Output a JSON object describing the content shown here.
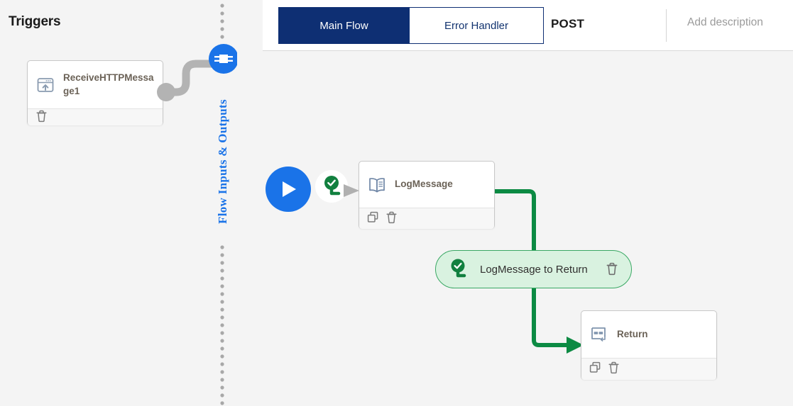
{
  "colors": {
    "canvas_bg": "#f4f4f4",
    "tab_active_bg": "#0e2f73",
    "accent_blue": "#1a73e8",
    "flow_green": "#0c8a43",
    "pill_bg": "#d9f2e0",
    "node_label": "#6b6257"
  },
  "sidebar": {
    "title": "Triggers",
    "trigger_node": {
      "label": "ReceiveHTTPMessage1",
      "icon": "http-receive-icon",
      "footer_actions": [
        {
          "name": "delete-icon",
          "title": "Delete"
        }
      ]
    }
  },
  "flow_io": {
    "label": "Flow Inputs & Outputs",
    "icon": "chip-icon"
  },
  "header": {
    "tabs": [
      {
        "label": "Main Flow",
        "active": true
      },
      {
        "label": "Error Handler",
        "active": false
      }
    ],
    "method": "POST",
    "description_placeholder": "Add description"
  },
  "canvas": {
    "start": {
      "icon": "play-icon",
      "connector_icon": "check-circle-icon",
      "arrow_icon": "arrow-right-icon"
    },
    "nodes": [
      {
        "id": "logmessage",
        "label": "LogMessage",
        "icon": "book-icon",
        "footer_actions": [
          {
            "name": "copy-icon",
            "title": "Copy"
          },
          {
            "name": "delete-icon",
            "title": "Delete"
          }
        ]
      },
      {
        "id": "return",
        "label": "Return",
        "icon": "return-icon",
        "footer_actions": [
          {
            "name": "copy-icon",
            "title": "Copy"
          },
          {
            "name": "delete-icon",
            "title": "Delete"
          }
        ]
      }
    ],
    "transition": {
      "label": "LogMessage to Return",
      "icon": "check-circle-icon",
      "delete_icon": "delete-icon"
    }
  }
}
